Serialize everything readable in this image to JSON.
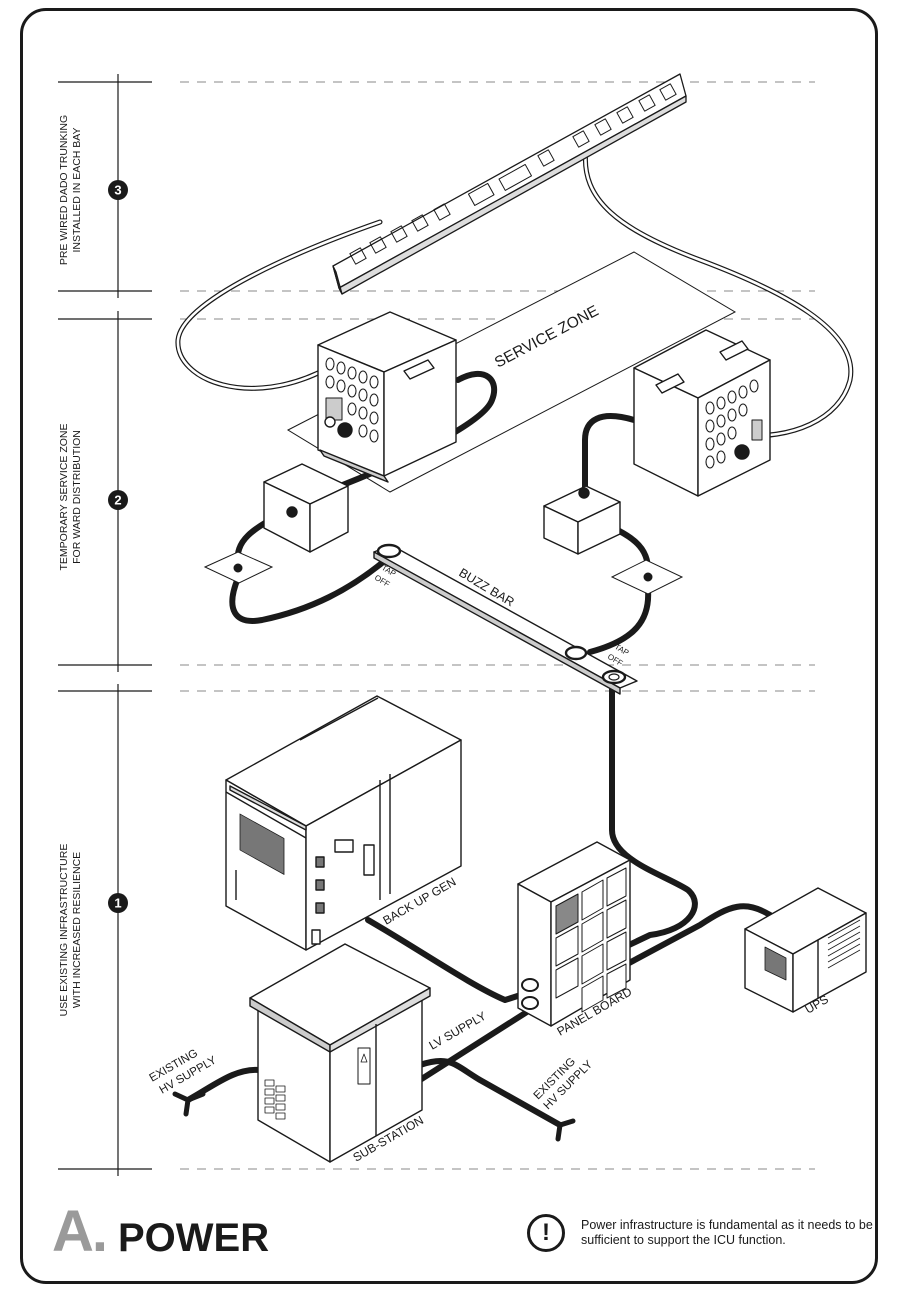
{
  "sections": [
    {
      "number": "3",
      "label_line1": "PRE WIRED DADO TRUNKING",
      "label_line2": "INSTALLED IN EACH BAY"
    },
    {
      "number": "2",
      "label_line1": "TEMPORARY SERVICE ZONE",
      "label_line2": "FOR WARD DISTRIBUTION"
    },
    {
      "number": "1",
      "label_line1": "USE EXISTING INFRASTRUCTURE",
      "label_line2": "WITH INCREASED RESILIENCE"
    }
  ],
  "labels": {
    "service_zone": "SERVICE ZONE",
    "buzz_bar": "BUZZ BAR",
    "tap_off": "TAP",
    "tap_off_2": "OFF",
    "back_up_gen": "BACK UP GEN",
    "panel_board": "PANEL BOARD",
    "ups": "UPS",
    "lv_supply": "LV SUPPLY",
    "sub_station": "SUB-STATION",
    "existing": "EXISTING",
    "hv_supply": "HV SUPPLY"
  },
  "footer": {
    "letter": "A.",
    "title": "POWER",
    "note_icon": "!",
    "note": "Power infrastructure is fundamental as it needs to be sufficient to support the ICU function."
  },
  "colors": {
    "ink": "#1a1a1a",
    "accent_gray": "#9a9a9a"
  }
}
